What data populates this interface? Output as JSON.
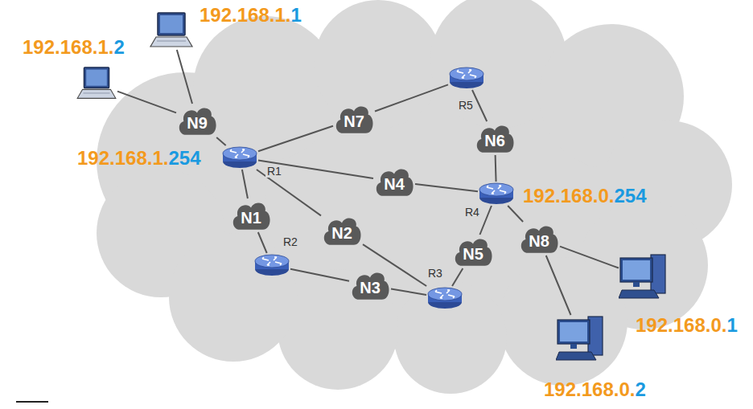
{
  "diagram": {
    "nodes": [
      {
        "text": [
          "192.168.1.1"
        ]
      },
      {
        "text": [
          "192.168.1.2"
        ]
      },
      {
        "text": [
          "N9"
        ]
      },
      {
        "text": [
          "R1",
          "192.168.1.254"
        ]
      },
      {
        "text": [
          "N7"
        ]
      },
      {
        "text": [
          "R5"
        ]
      },
      {
        "text": [
          "N6"
        ]
      },
      {
        "text": [
          "N4"
        ]
      },
      {
        "text": [
          "R4",
          "192.168.0.254"
        ]
      },
      {
        "text": [
          "N1"
        ]
      },
      {
        "text": [
          "R2"
        ]
      },
      {
        "text": [
          "N2"
        ]
      },
      {
        "text": [
          "N5"
        ]
      },
      {
        "text": [
          "N3"
        ]
      },
      {
        "text": [
          "R3"
        ]
      },
      {
        "text": [
          "N8"
        ]
      },
      {
        "text": [
          "192.168.0.1"
        ]
      },
      {
        "text": [
          "192.168.0.2"
        ]
      }
    ],
    "edges": [
      {
        "from": 0,
        "to": 2,
        "arrow": "none"
      },
      {
        "from": 1,
        "to": 2,
        "arrow": "none"
      },
      {
        "from": 2,
        "to": 3,
        "arrow": "none"
      },
      {
        "from": 3,
        "to": 4,
        "arrow": "none"
      },
      {
        "from": 4,
        "to": 5,
        "arrow": "none"
      },
      {
        "from": 5,
        "to": 6,
        "arrow": "none"
      },
      {
        "from": 6,
        "to": 8,
        "arrow": "none"
      },
      {
        "from": 3,
        "to": 7,
        "arrow": "none"
      },
      {
        "from": 7,
        "to": 8,
        "arrow": "none"
      },
      {
        "from": 3,
        "to": 9,
        "arrow": "none"
      },
      {
        "from": 9,
        "to": 10,
        "arrow": "none"
      },
      {
        "from": 3,
        "to": 11,
        "arrow": "none"
      },
      {
        "from": 11,
        "to": 14,
        "arrow": "none"
      },
      {
        "from": 10,
        "to": 13,
        "arrow": "none"
      },
      {
        "from": 13,
        "to": 14,
        "arrow": "none"
      },
      {
        "from": 14,
        "to": 12,
        "arrow": "none"
      },
      {
        "from": 12,
        "to": 8,
        "arrow": "none"
      },
      {
        "from": 8,
        "to": 15,
        "arrow": "none"
      },
      {
        "from": 15,
        "to": 16,
        "arrow": "none"
      },
      {
        "from": 15,
        "to": 17,
        "arrow": "none"
      }
    ]
  }
}
